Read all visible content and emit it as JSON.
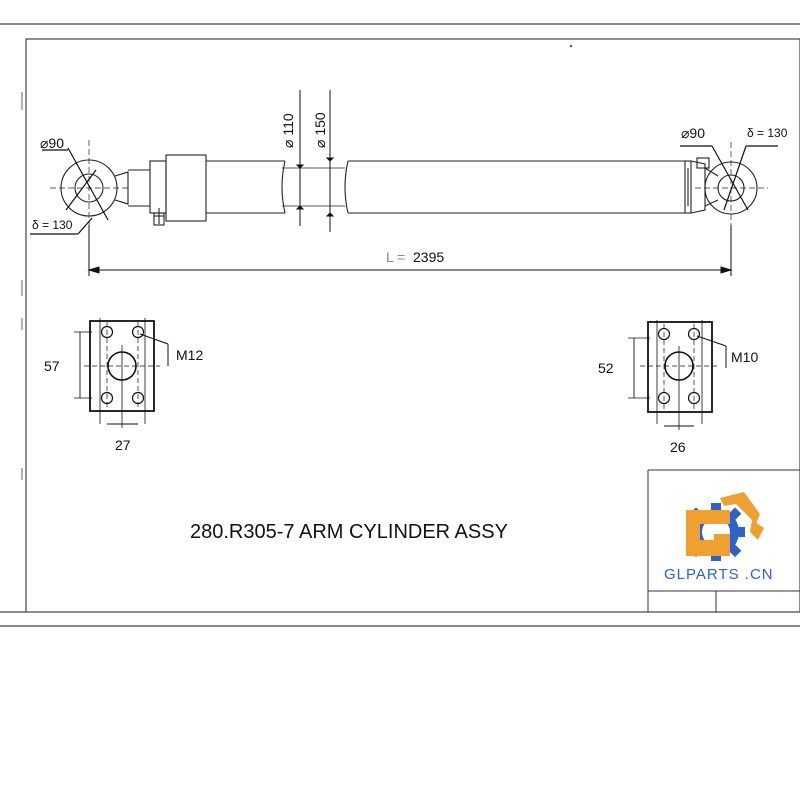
{
  "drawing": {
    "title": "280.R305-7 ARM CYLINDER ASSY",
    "cylinder": {
      "left_eye_dia": "⌀90",
      "left_eye_width": "δ = 130",
      "bore_dia": "⌀ 110",
      "outer_dia": "⌀ 150",
      "right_eye_dia": "⌀90",
      "right_eye_width": "δ = 130",
      "length_prefix": "L =",
      "length_value": "2395"
    },
    "left_port": {
      "height": "57",
      "thread": "M12",
      "spacing": "27"
    },
    "right_port": {
      "height": "52",
      "thread": "M10",
      "spacing": "26"
    },
    "logo": {
      "brand": "GLPARTS .CN",
      "color_orange": "#f0a030",
      "color_blue": "#2d63c8"
    }
  }
}
